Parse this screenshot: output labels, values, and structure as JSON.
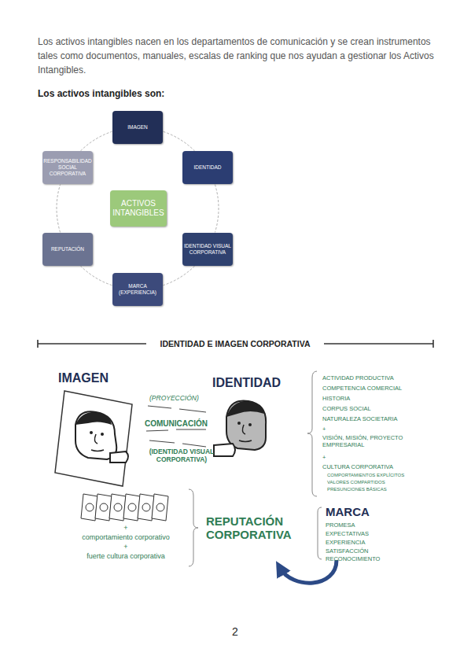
{
  "diagram": {
    "title": "Los activos intangibles son:",
    "nodes": [
      {
        "text": [
          "IMAGEN"
        ]
      },
      {
        "text": [
          "IDENTIDAD"
        ]
      },
      {
        "text": [
          "IDENTIDAD VISUAL CORPORATIVA"
        ]
      },
      {
        "text": [
          "MARCA (EXPERIENCIA)"
        ]
      },
      {
        "text": [
          "REPUTACIÓN"
        ]
      },
      {
        "text": [
          "RESPONSABILIDAD SOCIAL CORPORATIVA"
        ]
      },
      {
        "text": [
          "ACTIVOS INTANGIBLES"
        ]
      }
    ],
    "edges": [
      {
        "from": 0,
        "to": 1,
        "arrow": "none"
      },
      {
        "from": 1,
        "to": 2,
        "arrow": "none"
      },
      {
        "from": 2,
        "to": 3,
        "arrow": "none"
      },
      {
        "from": 3,
        "to": 4,
        "arrow": "none"
      },
      {
        "from": 4,
        "to": 5,
        "arrow": "none"
      },
      {
        "from": 5,
        "to": 0,
        "arrow": "none"
      }
    ],
    "labels": [
      "Los activos intangibles nacen en los departamentos de comunicación y se crean instrumentos tales como documentos, manuales, escalas de ranking que nos ayudan a gestionar los Activos Intangibles.",
      "IDENTIDAD E IMAGEN CORPORATIVA",
      "IMAGEN",
      "IDENTIDAD",
      "(PROYECCIÓN)",
      "COMUNICACIÓN",
      "(IDENTIDAD VISUAL CORPORATIVA)",
      "ACTIVIDAD PRODUCTIVA",
      "COMPETENCIA COMERCIAL",
      "HISTORIA",
      "CORPUS SOCIAL",
      "NATURALEZA SOCIETARIA",
      "+",
      "VISIÓN, MISIÓN, PROYECTO EMPRESARIAL",
      "+",
      "CULTURA CORPORATIVA",
      "COMPORTAMIENTOS EXPLÍCITOS",
      "VALORES COMPARTIDOS",
      "PRESUNCIONES BÁSICAS",
      "REPUTACIÓN CORPORATIVA",
      "MARCA",
      "PROMESA",
      "EXPECTATIVAS",
      "EXPERIENCIA",
      "SATISFACCIÓN",
      "RECONOCIMIENTO",
      "+",
      "comportamiento corporativo",
      "+",
      "fuerte cultura corporativa",
      "2"
    ]
  }
}
